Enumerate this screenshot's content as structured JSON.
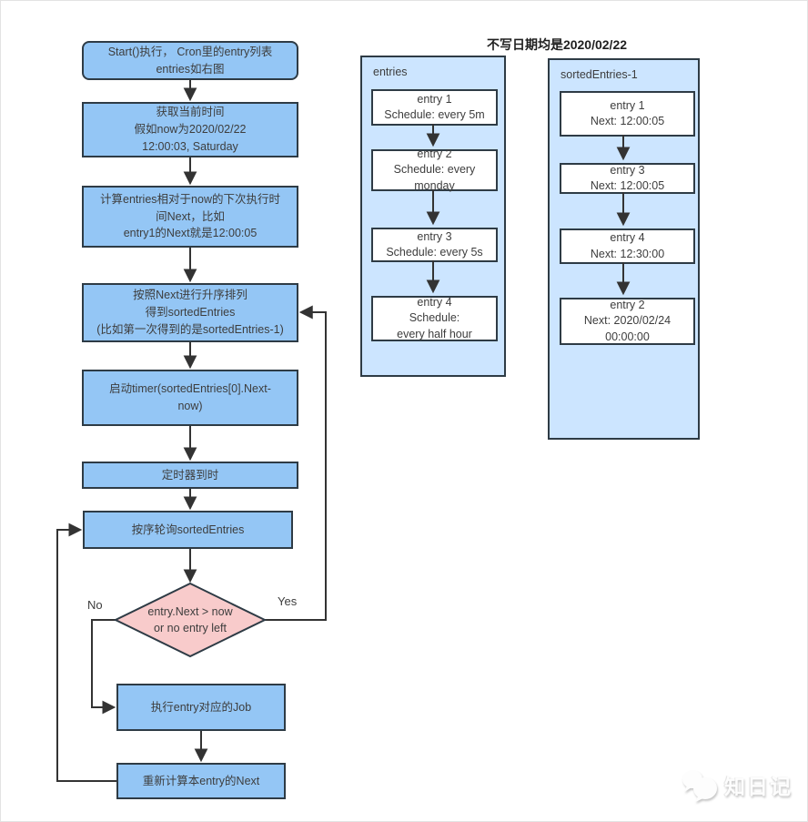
{
  "title": "不写日期均是2020/02/22",
  "flow": {
    "steps": [
      {
        "id": "start",
        "lines": [
          "Start()执行， Cron里的entry列表",
          "entries如右图"
        ]
      },
      {
        "id": "get-time",
        "lines": [
          "获取当前时间",
          "假如now为2020/02/22",
          "12:00:03, Saturday"
        ]
      },
      {
        "id": "calc-next",
        "lines": [
          "计算entries相对于now的下次执行时",
          "间Next，比如",
          "entry1的Next就是12:00:05"
        ]
      },
      {
        "id": "sort",
        "lines": [
          "按照Next进行升序排列",
          "得到sortedEntries",
          "(比如第一次得到的是sortedEntries-1)"
        ]
      },
      {
        "id": "start-timer",
        "lines": [
          "启动timer(sortedEntries[0].Next-",
          "now)"
        ]
      },
      {
        "id": "timer-fired",
        "lines": [
          "定时器到时"
        ]
      },
      {
        "id": "poll",
        "lines": [
          "按序轮询sortedEntries"
        ]
      },
      {
        "id": "run-job",
        "lines": [
          "执行entry对应的Job"
        ]
      },
      {
        "id": "recalc",
        "lines": [
          "重新计算本entry的Next"
        ]
      }
    ],
    "decision": {
      "lines": [
        "entry.Next > now",
        "or no entry left"
      ]
    },
    "labels": {
      "no": "No",
      "yes": "Yes"
    }
  },
  "panels": {
    "entries": {
      "header": "entries",
      "items": [
        {
          "lines": [
            "entry 1",
            "Schedule: every 5m"
          ]
        },
        {
          "lines": [
            "entry 2",
            "Schedule: every",
            "monday"
          ]
        },
        {
          "lines": [
            "entry 3",
            "Schedule: every 5s"
          ]
        },
        {
          "lines": [
            "entry 4",
            "Schedule:",
            "every half hour"
          ]
        }
      ]
    },
    "sorted": {
      "header": "sortedEntries-1",
      "items": [
        {
          "lines": [
            "entry 1",
            "Next: 12:00:05"
          ]
        },
        {
          "lines": [
            "entry 3",
            "Next: 12:00:05"
          ]
        },
        {
          "lines": [
            "entry 4",
            "Next: 12:30:00"
          ]
        },
        {
          "lines": [
            "entry 2",
            "Next: 2020/02/24",
            "00:00:00"
          ]
        }
      ]
    }
  },
  "watermark": {
    "text": "知日记",
    "logo": "wechat-bubbles-icon"
  },
  "colors": {
    "box_fill": "#94c6f5",
    "panel_fill": "#cce5ff",
    "entry_fill": "#ffffff",
    "diamond_fill": "#f8cbcb",
    "border": "#2e3b45",
    "arrow": "#333333",
    "text": "#3d3d3d"
  }
}
